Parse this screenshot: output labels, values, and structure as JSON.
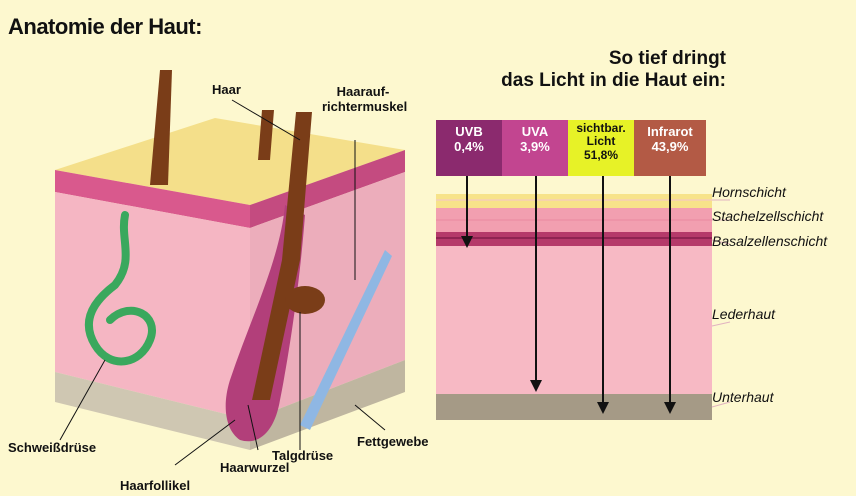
{
  "title": "Anatomie der Haut:",
  "panel_title_line1": "So tief dringt",
  "panel_title_line2": "das Licht in die Haut ein:",
  "radiation": [
    {
      "name": "UVB",
      "value": "0,4%",
      "color": "#8b2a6e",
      "text_color": "#ffffff"
    },
    {
      "name": "UVA",
      "value": "3,9%",
      "color": "#c24590",
      "text_color": "#ffffff"
    },
    {
      "name": "sichtbar. Licht",
      "value": "51,8%",
      "color": "#e7f227",
      "text_color": "#111111"
    },
    {
      "name": "Infrarot",
      "value": "43,9%",
      "color": "#b35a45",
      "text_color": "#ffffff"
    }
  ],
  "layers": [
    {
      "name": "Hornschicht",
      "color": "#f7e38a"
    },
    {
      "name": "Stachelzellschicht",
      "color": "#f29fb0"
    },
    {
      "name": "Basalzellenschicht",
      "color": "#b53a6a"
    },
    {
      "name": "Lederhaut",
      "color": "#f7b9c4"
    },
    {
      "name": "Unterhaut",
      "color": "#a59a86"
    }
  ],
  "anatomy_labels": {
    "haar": "Haar",
    "haaraufrichtermuskel": "Haarauf-richtermuskel",
    "schweissdruese": "Schweißdrüse",
    "haarfollikel": "Haarfollikel",
    "haarwurzel": "Haarwurzel",
    "talgdruese": "Talgdrüse",
    "fettgewebe": "Fettgewebe"
  }
}
